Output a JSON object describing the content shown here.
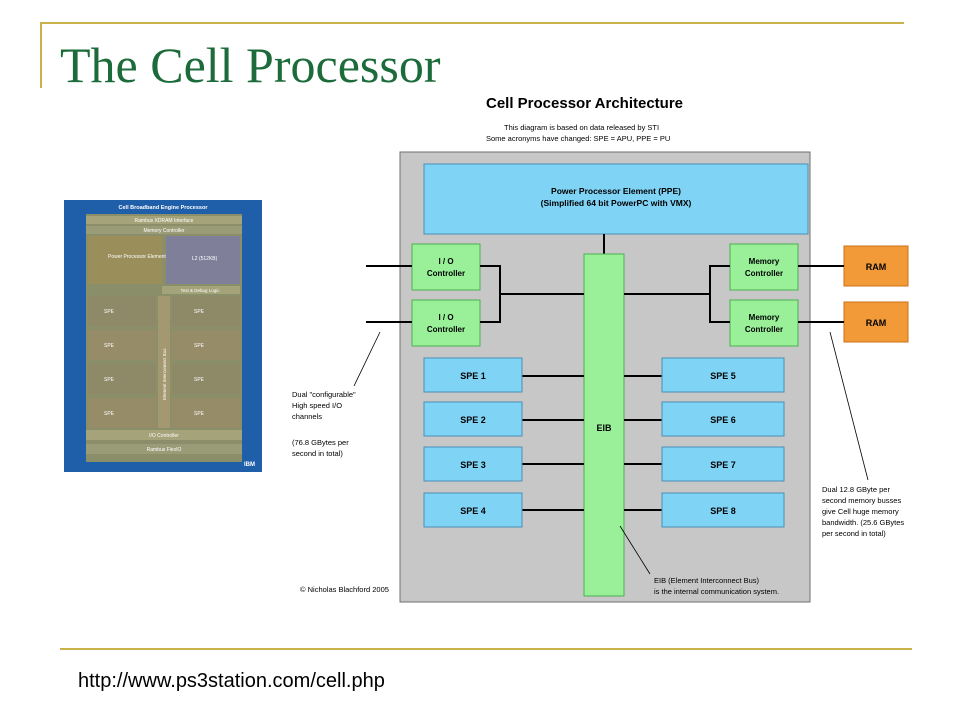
{
  "slide": {
    "title": "The Cell Processor",
    "url": "http://www.ps3station.com/cell.php"
  },
  "die_photo": {
    "title": "Cell Broadband Engine Processor",
    "labels": {
      "rambus_xdram": "Rambus XDRAM Interface",
      "memory_controller": "Memory Controller",
      "ppe": "Power Processor Element",
      "l2": "L2 (512KB)",
      "test_debug": "Test & Debug Logic",
      "eib": "Element Interconnect Bus",
      "spe": "SPE",
      "io_controller": "I/O Controller",
      "rambus_flexio": "Rambus FlexIO",
      "ibm": "IBM"
    }
  },
  "diagram": {
    "title": "Cell Processor Architecture",
    "subtitle_1": "This diagram is based on data released by STI",
    "subtitle_2": "Some acronyms have changed:  SPE = APU,  PPE = PU",
    "ppe_line1": "Power Processor Element (PPE)",
    "ppe_line2": "(Simplified 64 bit PowerPC with VMX)",
    "io_1": [
      "I / O",
      "Controller"
    ],
    "io_2": [
      "I / O",
      "Controller"
    ],
    "mem_1": [
      "Memory",
      "Controller"
    ],
    "mem_2": [
      "Memory",
      "Controller"
    ],
    "ram_1": "RAM",
    "ram_2": "RAM",
    "eib": "EIB",
    "spes_left": [
      "SPE 1",
      "SPE 2",
      "SPE 3",
      "SPE 4"
    ],
    "spes_right": [
      "SPE 5",
      "SPE 6",
      "SPE 7",
      "SPE 8"
    ],
    "note_io": [
      "Dual \"configurable\"",
      "High speed I/O",
      "channels",
      "",
      "(76.8 GBytes per",
      "second in total)"
    ],
    "note_mem": [
      "Dual 12.8 GByte per",
      "second memory busses",
      "give Cell huge memory",
      "bandwidth.  (25.6 GBytes",
      "per second in total)"
    ],
    "note_eib": [
      "EIB (Element Interconnect Bus)",
      "is the internal communication system."
    ],
    "credit": "© Nicholas Blachford 2005",
    "colors": {
      "chip_bg": "#c7c7c7",
      "block_blue": "#7fd3f5",
      "eib_green": "#99f099",
      "ram_orange": "#f29a38",
      "title_green": "#1c6b3a",
      "rule_gold": "#c9b24a",
      "die_blue": "#1f5ea8"
    }
  }
}
